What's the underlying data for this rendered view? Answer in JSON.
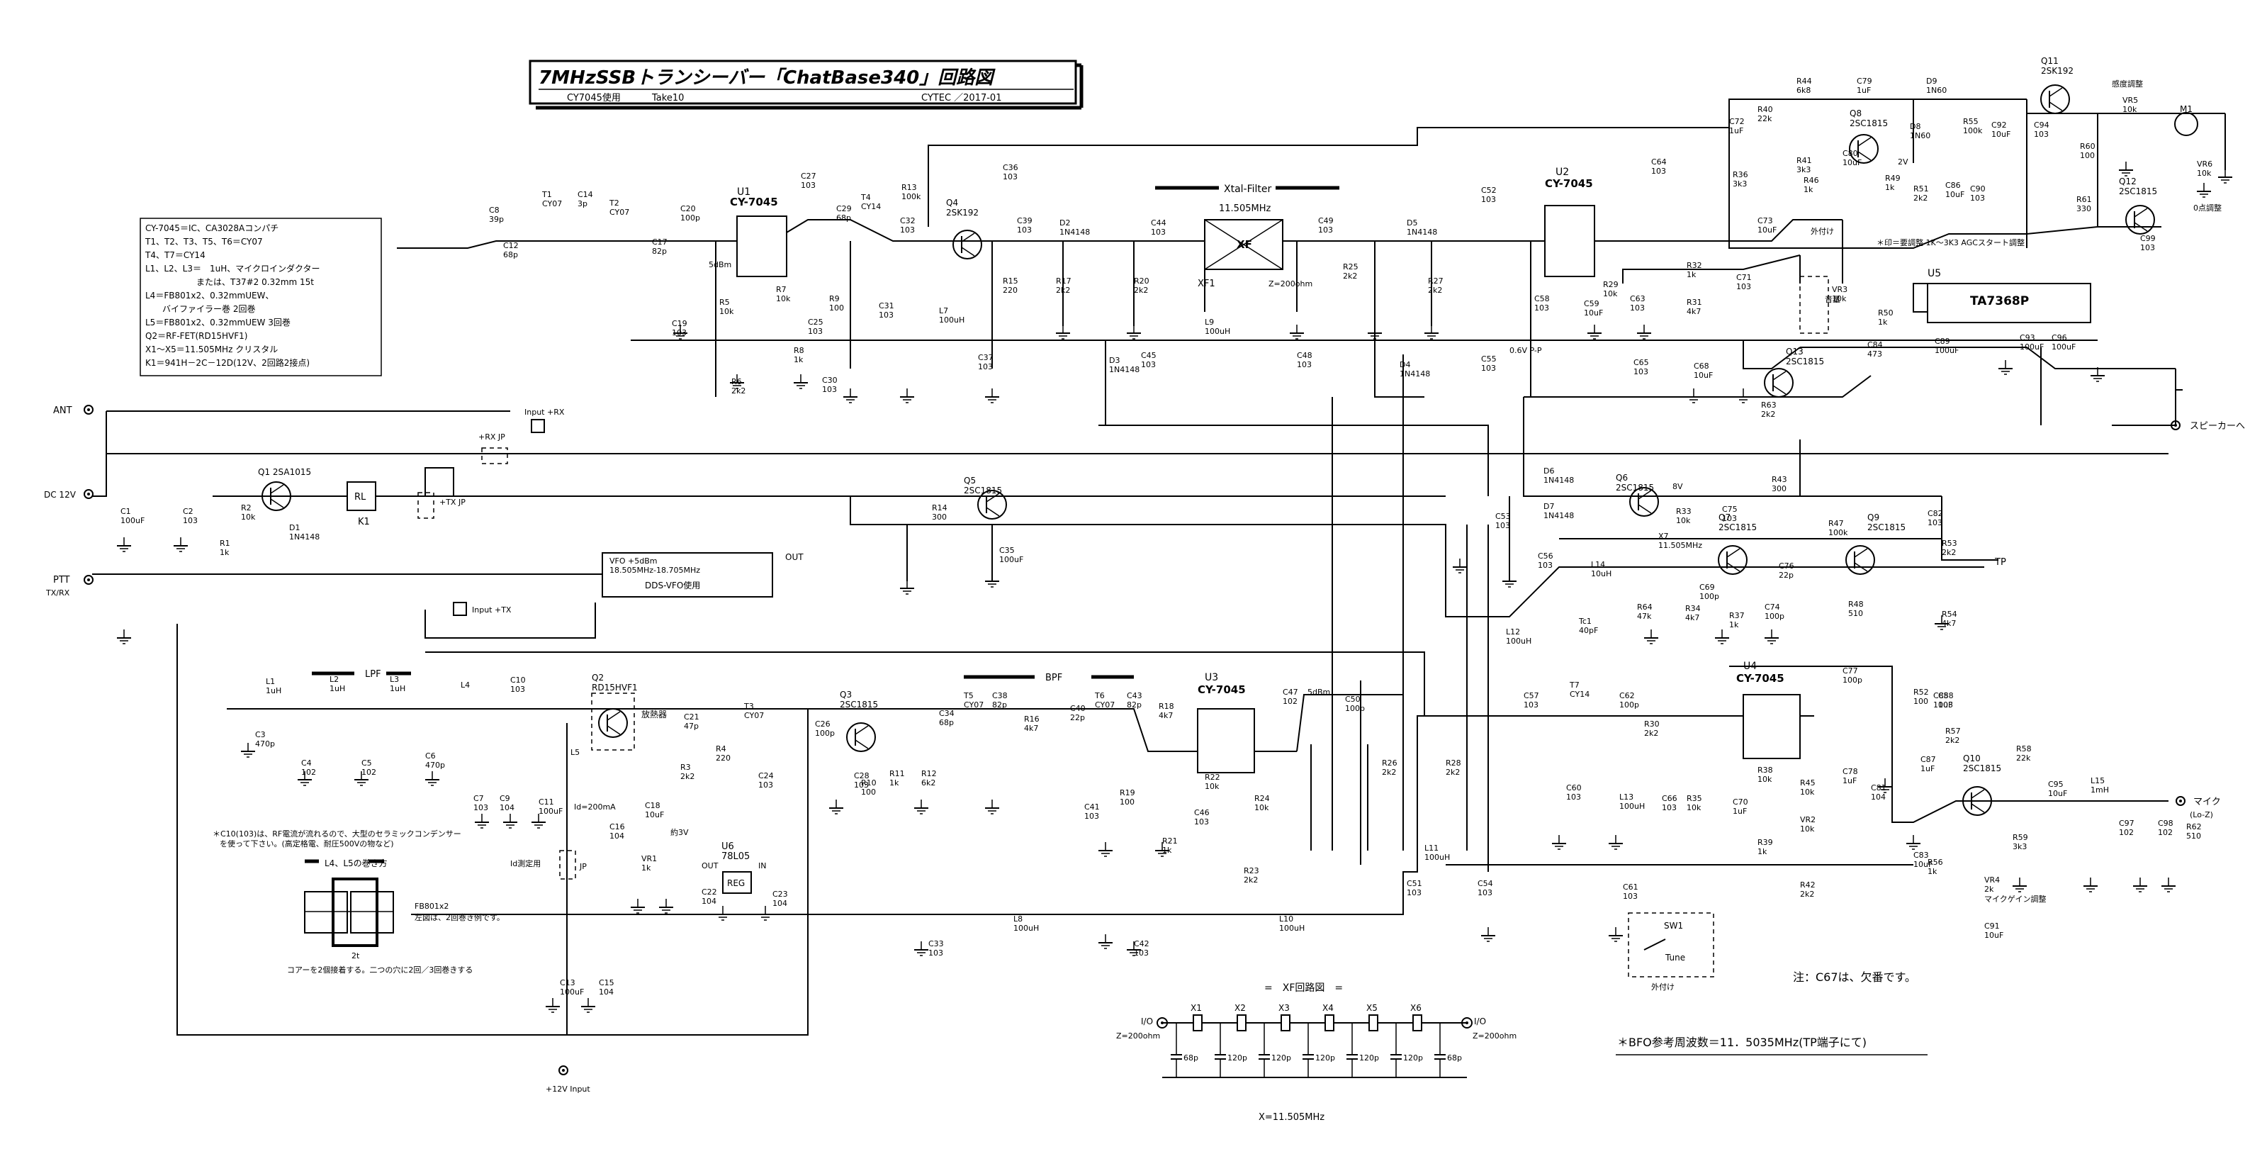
{
  "title": {
    "main": "7MHzSSBトランシーバー「ChatBase340」回路図",
    "sub_left": "CY7045使用",
    "sub_mid": "Take10",
    "sub_right": "CYTEC ／2017-01"
  },
  "notes_box": [
    "CY-7045＝IC、CA3028Aコンパチ",
    "T1、T2、T3、T5、T6＝CY07",
    "T4、T7＝CY14",
    "L1、L2、L3＝　1uH、マイクロインダクター",
    "　　　　　　または、T37#2 0.32mm 15t",
    "L4＝FB801x2、0.32mmUEW、",
    "　　バイファイラー巻 2回巻",
    "L5＝FB801x2、0.32mmUEW 3回巻",
    "Q2＝RF-FET(RD15HVF1)",
    "X1～X5＝11.505MHz クリスタル",
    "K1＝941H－2C－12D(12V、2回路2接点)"
  ],
  "ic_labels": {
    "u1": "U1",
    "u1_part": "CY-7045",
    "u2": "U2",
    "u2_part": "CY-7045",
    "u3": "U3",
    "u3_part": "CY-7045",
    "u4": "U4",
    "u4_part": "CY-7045",
    "u5": "U5",
    "u5_part": "TA7368P",
    "u6": "U6",
    "u6_part": "78L05",
    "u6_reg": "REG",
    "u6_out": "OUT",
    "u6_in": "IN"
  },
  "blocks": {
    "xtal_filter": "Xtal-Filter",
    "xtal_freq": "11.505MHz",
    "xf": "XF",
    "xf1": "XF1",
    "xf_z": "Z=200ohm",
    "vfo_line1": "VFO +5dBm",
    "vfo_line2": "18.505MHz-18.705MHz",
    "vfo_line3": "DDS-VFO使用",
    "vfo_out": "OUT",
    "lpf": "LPF",
    "bpf": "BPF",
    "heatsink": "放熱器",
    "rl": "RL",
    "k1": "K1",
    "input_rx": "Input +RX",
    "input_tx": "Input +TX",
    "rx_jp": "+RX JP",
    "tx_jp": "+TX JP",
    "id_jp": "Id測定用",
    "jp": "JP",
    "sw1": "SW1",
    "tune": "Tune",
    "external": "外付け",
    "external2": "外付け",
    "volume": "音量",
    "sens_adj": "感度調整",
    "zero_adj": "0点調整",
    "mic_gain": "マイクゲイン調整",
    "agc_note": "＊印＝要調整 1K～3K3 AGCスタート調整",
    "p06": "0.6V P-P",
    "v2": "2V",
    "v8": "8V",
    "id200": "Id=200mA",
    "v3": "約3V",
    "dbm5a": "5dBm",
    "dbm5b": "5dBm"
  },
  "terminals": {
    "ant": "ANT",
    "dc12": "DC 12V",
    "ptt": "PTT",
    "ptt_sub": "TX/RX",
    "speaker": "スピーカーへ",
    "tp": "TP",
    "mic": "マイク",
    "mic_sub": "(Lo-Z)",
    "plus12": "+12V Input",
    "m1": "M1",
    "io_left": "I/O",
    "io_left_z": "Z=200ohm",
    "io_right": "I/O",
    "io_right_z": "Z=200ohm"
  },
  "transistors": {
    "q1": "Q1 2SA1015",
    "q2": "Q2",
    "q2p": "RD15HVF1",
    "q3": "Q3",
    "q3p": "2SC1815",
    "q4": "Q4",
    "q4p": "2SK192",
    "q5": "Q5",
    "q5p": "2SC1815",
    "q6": "Q6",
    "q6p": "2SC1815",
    "q7": "Q7",
    "q7p": "2SC1815",
    "q8": "Q8",
    "q8p": "2SC1815",
    "q9": "Q9",
    "q9p": "2SC1815",
    "q10": "Q10",
    "q10p": "2SC1815",
    "q11": "Q11",
    "q11p": "2SK192",
    "q12": "Q12",
    "q12p": "2SC1815",
    "q13": "Q13",
    "q13p": "2SC1815"
  },
  "xf_section": {
    "title": "=　XF回路図　=",
    "crystals": [
      "X1",
      "X2",
      "X3",
      "X4",
      "X5",
      "X6"
    ],
    "caps": [
      "68p",
      "120p",
      "120p",
      "120p",
      "120p",
      "120p",
      "68p"
    ],
    "freq": "X=11.505MHz"
  },
  "winding": {
    "title": "L4、L5の巻き方",
    "fb": "FB801x2",
    "desc": "左図は、2回巻き例です。",
    "turns": "2t",
    "note": "コアーを2個接着する。二つの穴に2回／3回巻きする"
  },
  "c10_note": [
    "＊C10(103)は、RF電流が流れるので、大型のセラミックコンデンサー",
    "を使って下さい。(高定格電、耐圧500Vの物など)"
  ],
  "footer_notes": {
    "c67": "注：C67は、欠番です。",
    "bfo": "＊BFO参考周波数＝11．5035MHz(TP端子にて)"
  },
  "components": [
    [
      "C8",
      "39p"
    ],
    [
      "C12",
      "68p"
    ],
    [
      "T1",
      "CY07"
    ],
    [
      "C14",
      "3p"
    ],
    [
      "T2",
      "CY07"
    ],
    [
      "C17",
      "82p"
    ],
    [
      "C20",
      "100p"
    ],
    [
      "C19",
      "103"
    ],
    [
      "R5",
      "10k"
    ],
    [
      "R7",
      "10k"
    ],
    [
      "C27",
      "103"
    ],
    [
      "C29",
      "68p"
    ],
    [
      "T4",
      "CY14"
    ],
    [
      "C25",
      "103"
    ],
    [
      "R9",
      "100"
    ],
    [
      "C31",
      "103"
    ],
    [
      "R6",
      "2k2"
    ],
    [
      "R8",
      "1k"
    ],
    [
      "C30",
      "103"
    ],
    [
      "R13",
      "100k"
    ],
    [
      "C32",
      "103"
    ],
    [
      "C36",
      "103"
    ],
    [
      "C39",
      "103"
    ],
    [
      "D2",
      "1N4148"
    ],
    [
      "R15",
      "220"
    ],
    [
      "R17",
      "2k2"
    ],
    [
      "L7",
      "100uH"
    ],
    [
      "C37",
      "103"
    ],
    [
      "C44",
      "103"
    ],
    [
      "R20",
      "2k2"
    ],
    [
      "C49",
      "103"
    ],
    [
      "L9",
      "100uH"
    ],
    [
      "C45",
      "103"
    ],
    [
      "D3",
      "1N4148"
    ],
    [
      "C48",
      "103"
    ],
    [
      "R25",
      "2k2"
    ],
    [
      "D5",
      "1N4148"
    ],
    [
      "D4",
      "1N4148"
    ],
    [
      "R27",
      "2k2"
    ],
    [
      "C52",
      "103"
    ],
    [
      "C55",
      "103"
    ],
    [
      "C58",
      "103"
    ],
    [
      "C59",
      "10uF"
    ],
    [
      "R29",
      "10k"
    ],
    [
      "C63",
      "103"
    ],
    [
      "R31",
      "4k7"
    ],
    [
      "R32",
      "1k"
    ],
    [
      "C65",
      "103"
    ],
    [
      "C68",
      "10uF"
    ],
    [
      "C64",
      "103"
    ],
    [
      "C73",
      "10uF"
    ],
    [
      "C71",
      "103"
    ],
    [
      "R36",
      "3k3"
    ],
    [
      "C72",
      "1uF"
    ],
    [
      "R40",
      "22k"
    ],
    [
      "R44",
      "6k8"
    ],
    [
      "R41",
      "3k3"
    ],
    [
      "R46",
      "1k"
    ],
    [
      "C79",
      "1uF"
    ],
    [
      "C80",
      "10uF"
    ],
    [
      "D9",
      "1N60"
    ],
    [
      "D8",
      "1N60"
    ],
    [
      "R49",
      "1k"
    ],
    [
      "R51",
      "2k2"
    ],
    [
      "C86",
      "10uF"
    ],
    [
      "C90",
      "103"
    ],
    [
      "R55",
      "100k"
    ],
    [
      "C92",
      "10uF"
    ],
    [
      "C94",
      "103"
    ],
    [
      "VR5",
      "10k"
    ],
    [
      "R60",
      "100"
    ],
    [
      "R61",
      "330"
    ],
    [
      "VR6",
      "10k"
    ],
    [
      "C99",
      "103"
    ],
    [
      "VR3",
      "10k"
    ],
    [
      "R50",
      "1k"
    ],
    [
      "C84",
      "473"
    ],
    [
      "C89",
      "100uF"
    ],
    [
      "C93",
      "100uF"
    ],
    [
      "C96",
      "100uF"
    ],
    [
      "R63",
      "2k2"
    ],
    [
      "C1",
      "100uF"
    ],
    [
      "C2",
      "103"
    ],
    [
      "R2",
      "10k"
    ],
    [
      "R1",
      "1k"
    ],
    [
      "D1",
      "1N4148"
    ],
    [
      "R14",
      "300"
    ],
    [
      "C35",
      "100uF"
    ],
    [
      "D6",
      "1N4148"
    ],
    [
      "D7",
      "1N4148"
    ],
    [
      "C53",
      "103"
    ],
    [
      "C56",
      "103"
    ],
    [
      "L12",
      "100uH"
    ],
    [
      "R33",
      "10k"
    ],
    [
      "C75",
      "103"
    ],
    [
      "R43",
      "300"
    ],
    [
      "R47",
      "100k"
    ],
    [
      "C82",
      "103"
    ],
    [
      "R53",
      "2k2"
    ],
    [
      "L14",
      "10uH"
    ],
    [
      "X7",
      "11.505MHz"
    ],
    [
      "C69",
      "100p"
    ],
    [
      "C76",
      "22p"
    ],
    [
      "Tc1",
      "40pF"
    ],
    [
      "R64",
      "47k"
    ],
    [
      "R34",
      "4k7"
    ],
    [
      "R37",
      "1k"
    ],
    [
      "C74",
      "100p"
    ],
    [
      "R48",
      "510"
    ],
    [
      "R54",
      "4k7"
    ],
    [
      "L1",
      "1uH"
    ],
    [
      "C3",
      "470p"
    ],
    [
      "L2",
      "1uH"
    ],
    [
      "C4",
      "102"
    ],
    [
      "L3",
      "1uH"
    ],
    [
      "C5",
      "102"
    ],
    [
      "L4",
      ""
    ],
    [
      "C6",
      "470p"
    ],
    [
      "C10",
      "103"
    ],
    [
      "L5",
      ""
    ],
    [
      "C7",
      "103"
    ],
    [
      "C9",
      "104"
    ],
    [
      "C11",
      "100uF"
    ],
    [
      "C21",
      "47p"
    ],
    [
      "R3",
      "2k2"
    ],
    [
      "C18",
      "10uF"
    ],
    [
      "C16",
      "104"
    ],
    [
      "R4",
      "220"
    ],
    [
      "T3",
      "CY07"
    ],
    [
      "C24",
      "103"
    ],
    [
      "C26",
      "100p"
    ],
    [
      "C28",
      "103"
    ],
    [
      "R10",
      "100"
    ],
    [
      "R11",
      "1k"
    ],
    [
      "R12",
      "6k2"
    ],
    [
      "C34",
      "68p"
    ],
    [
      "T5",
      "CY07"
    ],
    [
      "C38",
      "82p"
    ],
    [
      "R16",
      "4k7"
    ],
    [
      "C40",
      "22p"
    ],
    [
      "T6",
      "CY07"
    ],
    [
      "C43",
      "82p"
    ],
    [
      "R18",
      "4k7"
    ],
    [
      "C41",
      "103"
    ],
    [
      "R19",
      "100"
    ],
    [
      "R22",
      "10k"
    ],
    [
      "C46",
      "103"
    ],
    [
      "R24",
      "10k"
    ],
    [
      "R21",
      "1k"
    ],
    [
      "R23",
      "2k2"
    ],
    [
      "C47",
      "102"
    ],
    [
      "C50",
      "100p"
    ],
    [
      "VR1",
      "1k"
    ],
    [
      "C22",
      "104"
    ],
    [
      "C23",
      "104"
    ],
    [
      "C13",
      "100uF"
    ],
    [
      "C15",
      "104"
    ],
    [
      "C33",
      "103"
    ],
    [
      "L8",
      "100uH"
    ],
    [
      "C42",
      "103"
    ],
    [
      "L10",
      "100uH"
    ],
    [
      "R26",
      "2k2"
    ],
    [
      "R28",
      "2k2"
    ],
    [
      "L11",
      "100uH"
    ],
    [
      "C51",
      "103"
    ],
    [
      "C54",
      "103"
    ],
    [
      "C57",
      "103"
    ],
    [
      "T7",
      "CY14"
    ],
    [
      "C62",
      "100p"
    ],
    [
      "R30",
      "2k2"
    ],
    [
      "C60",
      "103"
    ],
    [
      "L13",
      "100uH"
    ],
    [
      "C66",
      "103"
    ],
    [
      "C61",
      "103"
    ],
    [
      "R35",
      "10k"
    ],
    [
      "R38",
      "10k"
    ],
    [
      "C70",
      "1uF"
    ],
    [
      "R45",
      "10k"
    ],
    [
      "VR2",
      "10k"
    ],
    [
      "C78",
      "1uF"
    ],
    [
      "C81",
      "104"
    ],
    [
      "R39",
      "1k"
    ],
    [
      "R42",
      "2k2"
    ],
    [
      "C77",
      "100p"
    ],
    [
      "R52",
      "100"
    ],
    [
      "C85",
      "10uF"
    ],
    [
      "R57",
      "2k2"
    ],
    [
      "C87",
      "1uF"
    ],
    [
      "C83",
      "10uF"
    ],
    [
      "R58",
      "22k"
    ],
    [
      "C95",
      "10uF"
    ],
    [
      "L15",
      "1mH"
    ],
    [
      "C97",
      "102"
    ],
    [
      "C98",
      "102"
    ],
    [
      "R62",
      "510"
    ],
    [
      "R59",
      "3k3"
    ],
    [
      "R56",
      "1k"
    ],
    [
      "VR4",
      "2k"
    ],
    [
      "C91",
      "10uF"
    ],
    [
      "C88",
      "103"
    ]
  ]
}
